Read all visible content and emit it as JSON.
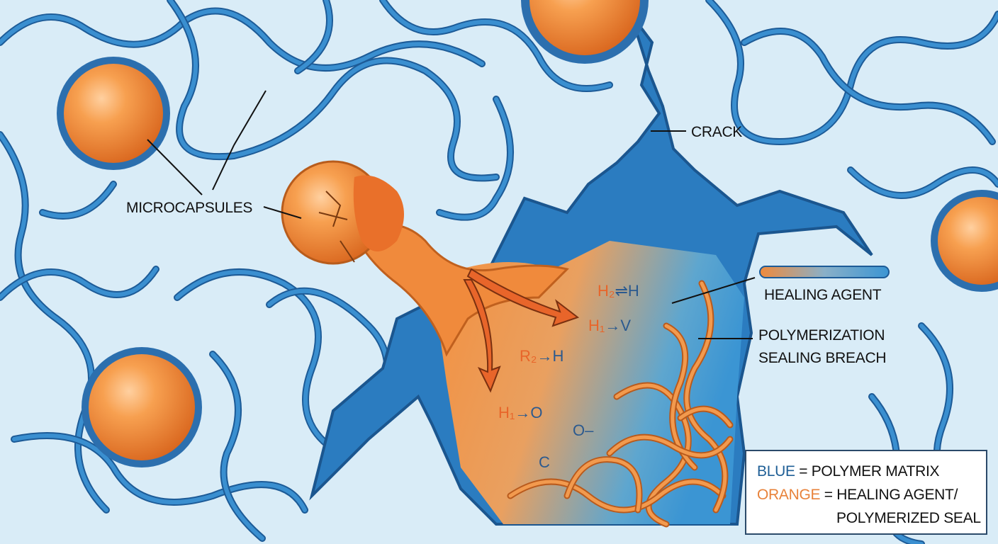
{
  "labels": {
    "microcapsules": "MICROCAPSULES",
    "crack": "CRACK",
    "healing_agent": "HEALING AGENT",
    "polymerization_line1": "POLYMERIZATION",
    "polymerization_line2": "SEALING BREACH"
  },
  "reactions": [
    {
      "left": "H₂",
      "arrow": "⇌",
      "right": "H"
    },
    {
      "left": "H₁",
      "arrow": "→",
      "right": "V"
    },
    {
      "left": "R₂",
      "arrow": "→",
      "right": "H"
    },
    {
      "left": "H₁",
      "arrow": "→",
      "right": "O"
    },
    {
      "left": "O–",
      "arrow": "",
      "right": ""
    },
    {
      "left": "C",
      "arrow": "",
      "right": ""
    }
  ],
  "legend": {
    "blue_word": "BLUE",
    "blue_text": "= POLYMER MATRIX",
    "orange_word": "ORANGE",
    "orange_text": "= HEALING AGENT/",
    "orange_text2": "POLYMERIZED SEAL"
  },
  "colors": {
    "background": "#d9ecf7",
    "polymer_blue": "#2f7fc1",
    "healing_orange": "#f08a3c",
    "legend_blue": "#1f5f96",
    "legend_orange": "#e8823a"
  }
}
